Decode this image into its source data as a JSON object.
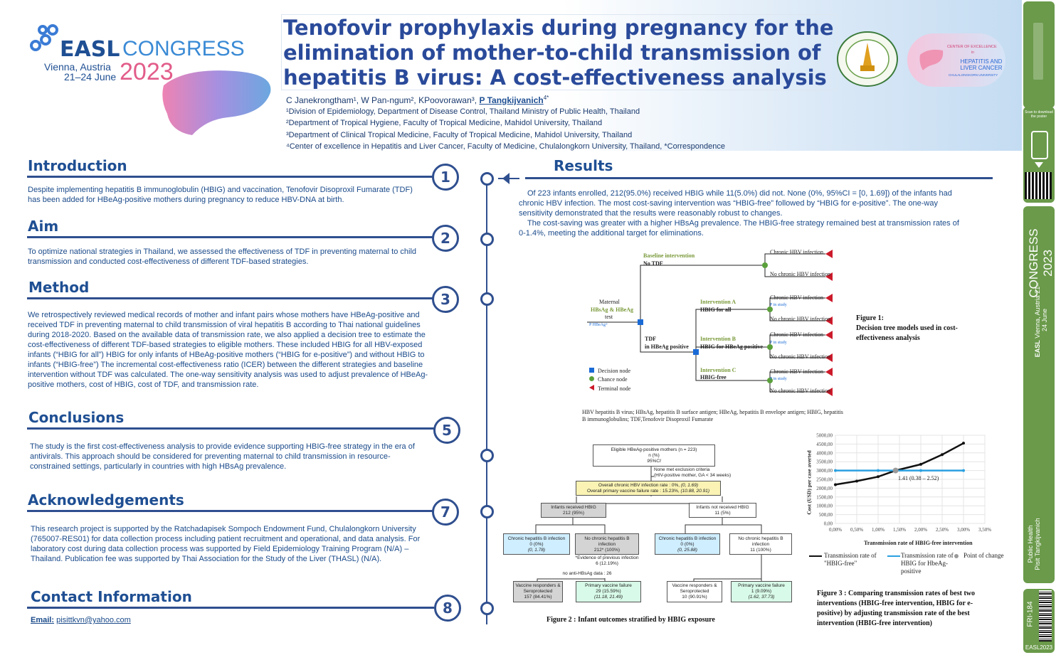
{
  "header": {
    "logo_easl": "EASL",
    "logo_congress": "CONGRESS",
    "logo_city": "Vienna, Austria",
    "logo_dates": "21–24 June",
    "logo_year": "2023",
    "title": "Tenofovir prophylaxis during pregnancy for the elimination of mother-to-child transmission of hepatitis B virus: A cost-effectiveness analysis",
    "authors_plain": "C Janekrongtham¹, W Pan-ngum², KPoovorawan³,",
    "author_corresponding": "P Tangkijvanich",
    "author_corresponding_mark": "4*",
    "affiliations": [
      "¹Division of Epidemiology, Department of Disease Control, Thailand Ministry of Public Health, Thailand",
      "²Department of Tropical Hygiene, Faculty of Tropical Medicine, Mahidol University, Thailand",
      "³Department of Clinical Tropical Medicine, Faculty of Tropical Medicine, Mahidol University,  Thailand",
      "⁴Center of excellence in Hepatitis and Liver Cancer, Faculty of Medicine, Chulalongkorn University, Thailand,  *Correspondence"
    ],
    "coe_line1": "CENTER OF EXCELLENCE",
    "coe_line2": "in",
    "coe_line3": "HEPATITIS AND LIVER CANCER",
    "coe_line4": "CHULALONGKORN UNIVERSITY"
  },
  "sections": {
    "intro": {
      "number": "1",
      "heading": "Introduction",
      "text": "Despite implementing hepatitis B immunoglobulin (HBIG) and vaccination, Tenofovir Disoproxil Fumarate (TDF) has been added for HBeAg-positive mothers during pregnancy to reduce HBV-DNA at birth."
    },
    "aim": {
      "number": "2",
      "heading": "Aim",
      "text": "To optimize national strategies in Thailand, we assessed the effectiveness of TDF in preventing maternal to child transmission and conducted cost-effectiveness of different TDF-based strategies."
    },
    "method": {
      "number": "3",
      "heading": "Method",
      "text": "We retrospectively reviewed medical records of mother and infant pairs whose mothers have HBeAg-positive and received TDF in preventing maternal to child transmission of viral hepatitis B according to Thai national guidelines during 2018-2020. Based on the available data of transmission rate, we also applied a decision tree to estimate the cost-effectiveness of different TDF-based strategies to eligible mothers. These included HBIG for all HBV-exposed infants (“HBIG for all”) HBIG for only infants of HBeAg-positive mothers (“HBIG for e-positive”) and without HBIG to infants (“HBIG-free”) The incremental cost-effectiveness ratio (ICER) between the different strategies and baseline intervention without TDF was calculated. The one-way sensitivity analysis was used to adjust prevalence of HBeAg-positive mothers, cost of HBIG, cost of TDF, and transmission rate."
    },
    "conclusions": {
      "number": "5",
      "heading": "Conclusions",
      "text": "The study is the first cost-effectiveness analysis to provide evidence supporting HBIG-free strategy in the era of antivirals. This approach should be considered for preventing maternal to child transmission in resource-constrained settings, particularly in countries with high HBsAg prevalence."
    },
    "ack": {
      "number": "7",
      "heading": "Acknowledgements",
      "text": "This research project is supported by the Ratchadapisek Sompoch Endowment Fund, Chulalongkorn University (765007-RES01) for data collection process including patient recruitment and operational, and data analysis. For laboratory cost during data collection process was supported by Field Epidemiology Training Program (N/A) – Thailand. Publication fee was supported by Thai Association for the Study of the Liver (THASL) (N/A)."
    },
    "contact": {
      "number": "8",
      "heading": "Contact Information",
      "email_label": "Email:",
      "email": "pisittkvn@yahoo.com"
    },
    "results": {
      "heading": "Results",
      "para1": "Of 223 infants enrolled, 212(95.0%) received HBIG while 11(5.0%) did not. None (0%, 95%CI = [0, 1.69]) of the infants had chronic HBV infection. The most cost-saving intervention was “HBIG-free” followed by “HBIG for e-positive”. The one-way sensitivity demonstrated that the results were reasonably robust to changes.",
      "para2": "The cost-saving was greater with a higher HBsAg prevalence. The HBIG-free strategy remained best at transmission rates of 0-1.4%, meeting the additional target for eliminations."
    }
  },
  "figure1": {
    "baseline_label": "Baseline intervention",
    "no_tdf": "No TDF",
    "maternal": "Maternal",
    "hbsag_hbeag": "HBsAg & HBeAg",
    "test": "test",
    "p_hbeag": "P HBeAg+",
    "tdf": "TDF",
    "in_hbeag_positive": "in HBeAg positive",
    "intA": "Intervention A",
    "intA_sub": "HBIG for all",
    "intB": "Intervention B",
    "intB_sub": "HBIG for HBeAg positive",
    "intC": "Intervention C",
    "intC_sub": "HBIG-free",
    "chronic": "Chronic HBV infection",
    "no_chronic": "No chronic HBV infection",
    "p_in_study": "P in study",
    "legend_decision": "Decision node",
    "legend_chance": "Chance node",
    "legend_terminal": "Terminal node",
    "caption_l1": "Figure 1:",
    "caption_l2": "Decision tree models used in cost-effectiveness analysis",
    "abbrev": "HBV hepatitis B virus; HBsAg, hepatitis B surface antigen; HBeAg, hepatitis B envelope antigen; HBIG, hepatitis B immunoglobulins; TDF,Tenofovir Disoproxil Fumarate"
  },
  "figure2": {
    "eligible": "Eligible HBeAg-positive mothers (n = 223)",
    "eligible_n": "n (%)",
    "eligible_ci": "95%CI",
    "excl_1": "None met exclusion criteria",
    "excl_2": "(HIV-positive mother, GA < 34 weeks)",
    "overall_1": "Overall chronic HBV infection rate : 0%,",
    "overall_1_ci": "(0, 1.69)",
    "overall_2": "Overall primary vaccine failure rate : 15.23%,",
    "overall_2_ci": "(10.88, 20.91)",
    "recv": "Infants received HBIG",
    "recv_n": "212 (95%)",
    "notrecv": "Infants not received HBIG",
    "notrecv_n": "11 (5%)",
    "chr1": "Chronic hepatitis B infection",
    "chr1_n": "0 (0%)",
    "chr1_ci": "(0, 1.78)",
    "nochr1": "No chronic hepatitis B infection",
    "nochr1_n": "212* (100%)",
    "prev_inf": "*Evidence of previous infection",
    "prev_inf_n": "6 (12.19%)",
    "chr2": "Chronic hepatitis B infection",
    "chr2_n": "0 (0%)",
    "chr2_ci": "(0, 25.88)",
    "nochr2": "No chronic hepatitis B infection",
    "nochr2_n": "11 (100%)",
    "no_anti": "no anti-HBsAg data : 26",
    "vr1": "Vaccine responders & Seroprotected",
    "vr1_n": "157 (84.41%)",
    "pvf1": "Primary vaccine failure",
    "pvf1_n": "29 (15.59%)",
    "pvf1_ci": "(11.18, 21.49)",
    "vr2": "Vaccine responders & Seroprotected",
    "vr2_n": "10 (90.91%)",
    "pvf2": "Primary vaccine failure",
    "pvf2_n": "1 (9.09%)",
    "pvf2_ci": "(1.62, 37.73)",
    "caption": "Figure 2 : Infant outcomes stratified by HBIG exposure"
  },
  "chart_data": {
    "type": "line",
    "ylabel": "Cost (USD) per case averted",
    "xlabel": "Transmission rate of HBIG-free intervention",
    "x_ticks": [
      "0,00%",
      "0,50%",
      "1,00%",
      "1,50%",
      "2,00%",
      "2,50%",
      "3,00%",
      "3,50%"
    ],
    "y_ticks": [
      "0,00",
      "500,00",
      "1000,00",
      "1500,00",
      "2000,00",
      "2500,00",
      "3000,00",
      "3500,00",
      "4000,00",
      "4500,00",
      "5000,00"
    ],
    "xlim": [
      0,
      3.5
    ],
    "ylim": [
      0,
      5000
    ],
    "series": [
      {
        "name": "Transmission rate of \"HBIG-free\"",
        "color": "#111111",
        "x": [
          0,
          0.5,
          1.0,
          1.41,
          2.0,
          2.5,
          3.0
        ],
        "y": [
          2200,
          2400,
          2650,
          3000,
          3350,
          3900,
          4550
        ]
      },
      {
        "name": "Transmission rate of HBIG for HbeAg-positive",
        "color": "#2aa0e0",
        "x": [
          0,
          1.0,
          1.41,
          2.0,
          3.0
        ],
        "y": [
          3000,
          3000,
          3000,
          3000,
          3000
        ]
      }
    ],
    "change_point": {
      "name": "Point of change",
      "x": 1.41,
      "y": 3000,
      "label": "1.41 (0.38 – 2.52)",
      "color": "#999999"
    },
    "caption": "Figure 3 : Comparing transmission rates of best two interventions (HBIG-free intervention, HBIG for e-positive) by adjusting transmission rate of the best intervention (HBIG-free intervention)"
  },
  "sidebar": {
    "scan_text": "Scan to download the poster",
    "vert_congress": "CONGRESS",
    "vert_year": "2023",
    "vert_easl": "EASL",
    "vert_city": "Vienna, Austria",
    "vert_dates": "21–24 June",
    "category": "Public Health",
    "presenter": "Pisit Tangkijvanich",
    "code": "FRI-184",
    "footer": "EASL2023"
  }
}
